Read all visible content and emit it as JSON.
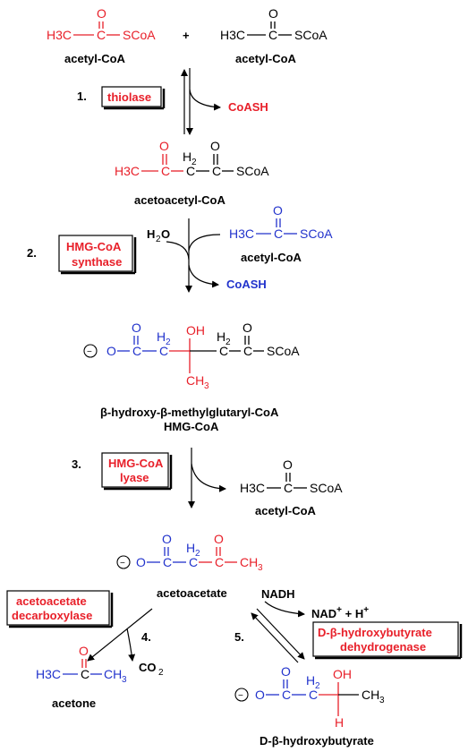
{
  "molecules": {
    "acetyl1_label": "acetyl-CoA",
    "acetyl2_label": "acetyl-CoA",
    "acetoacetyl_label": "acetoacetyl-CoA",
    "hmg_label_line1": "β-hydroxy-β-methylglutaryl-CoA",
    "hmg_label_line2": "HMG-CoA",
    "acetyl_step2_label": "acetyl-CoA",
    "acetyl_step3_label": "acetyl-CoA",
    "acetoacetate_label": "acetoacetate",
    "acetone_label": "acetone",
    "hydroxybutyrate_label": "D-β-hydroxybutyrate"
  },
  "atoms": {
    "O": "O",
    "C": "C",
    "H": "H",
    "H3C": "H3C",
    "CH3": "CH3",
    "CH": "CH",
    "H_sym": "H",
    "sub2": "2",
    "sub3": "3",
    "SCoA": "SCoA",
    "OH": "OH",
    "plus": "+",
    "minus_circle": "−"
  },
  "steps": {
    "s1_number": "1.",
    "s1_enzyme": "thiolase",
    "s1_product": "CoASH",
    "s2_number": "2.",
    "s2_enzyme_line1": "HMG-CoA",
    "s2_enzyme_line2": "synthase",
    "s2_water": "H",
    "s2_water_sub": "2",
    "s2_water_O": "O",
    "s2_product": "CoASH",
    "s3_number": "3.",
    "s3_enzyme_line1": "HMG-CoA",
    "s3_enzyme_line2": "lyase",
    "s4_number": "4.",
    "s4_enzyme_line1": "acetoacetate",
    "s4_enzyme_line2": "decarboxylase",
    "s4_product": "CO",
    "s4_product_sub": "2",
    "s5_number": "5.",
    "s5_cofactor_in": "NADH",
    "s5_cofactor_out": "NAD",
    "s5_cofactor_out_sup": "+",
    "s5_cofactor_out_rest": " + H",
    "s5_cofactor_out_sup2": "+",
    "s5_enzyme_line1": "D-β-hydroxybutyrate",
    "s5_enzyme_line2": "dehydrogenase"
  },
  "colors": {
    "red": "#e8202a",
    "blue": "#2233cc",
    "black": "#000000"
  }
}
